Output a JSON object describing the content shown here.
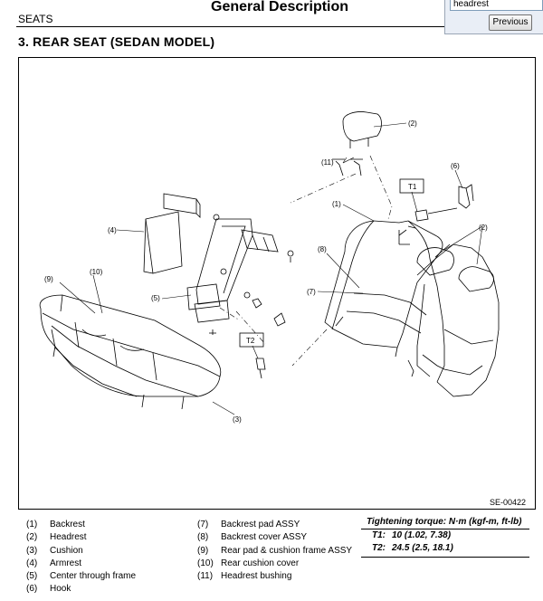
{
  "header": {
    "section": "SEATS",
    "title": "General Description"
  },
  "find_bar": {
    "query": "headrest",
    "previous_label": "Previous"
  },
  "heading": "3.  REAR SEAT (SEDAN MODEL)",
  "figure": {
    "code": "SE-00422",
    "callouts": [
      "(1)",
      "(2)",
      "(3)",
      "(4)",
      "(5)",
      "(6)",
      "(7)",
      "(8)",
      "(9)",
      "(10)",
      "(11)",
      "T1",
      "T2"
    ]
  },
  "legend": {
    "left": [
      {
        "num": "(1)",
        "label": "Backrest"
      },
      {
        "num": "(2)",
        "label": "Headrest"
      },
      {
        "num": "(3)",
        "label": "Cushion"
      },
      {
        "num": "(4)",
        "label": "Armrest"
      },
      {
        "num": "(5)",
        "label": "Center through frame"
      },
      {
        "num": "(6)",
        "label": "Hook"
      }
    ],
    "right": [
      {
        "num": "(7)",
        "label": "Backrest pad ASSY"
      },
      {
        "num": "(8)",
        "label": "Backrest cover ASSY"
      },
      {
        "num": "(9)",
        "label": "Rear pad & cushion frame ASSY"
      },
      {
        "num": "(10)",
        "label": "Rear cushion cover"
      },
      {
        "num": "(11)",
        "label": "Headrest bushing"
      }
    ]
  },
  "torque": {
    "title": "Tightening torque: N·m (kgf-m, ft-lb)",
    "rows": [
      {
        "key": "T1:",
        "value": "10 (1.02, 7.38)"
      },
      {
        "key": "T2:",
        "value": "24.5 (2.5, 18.1)"
      }
    ]
  }
}
